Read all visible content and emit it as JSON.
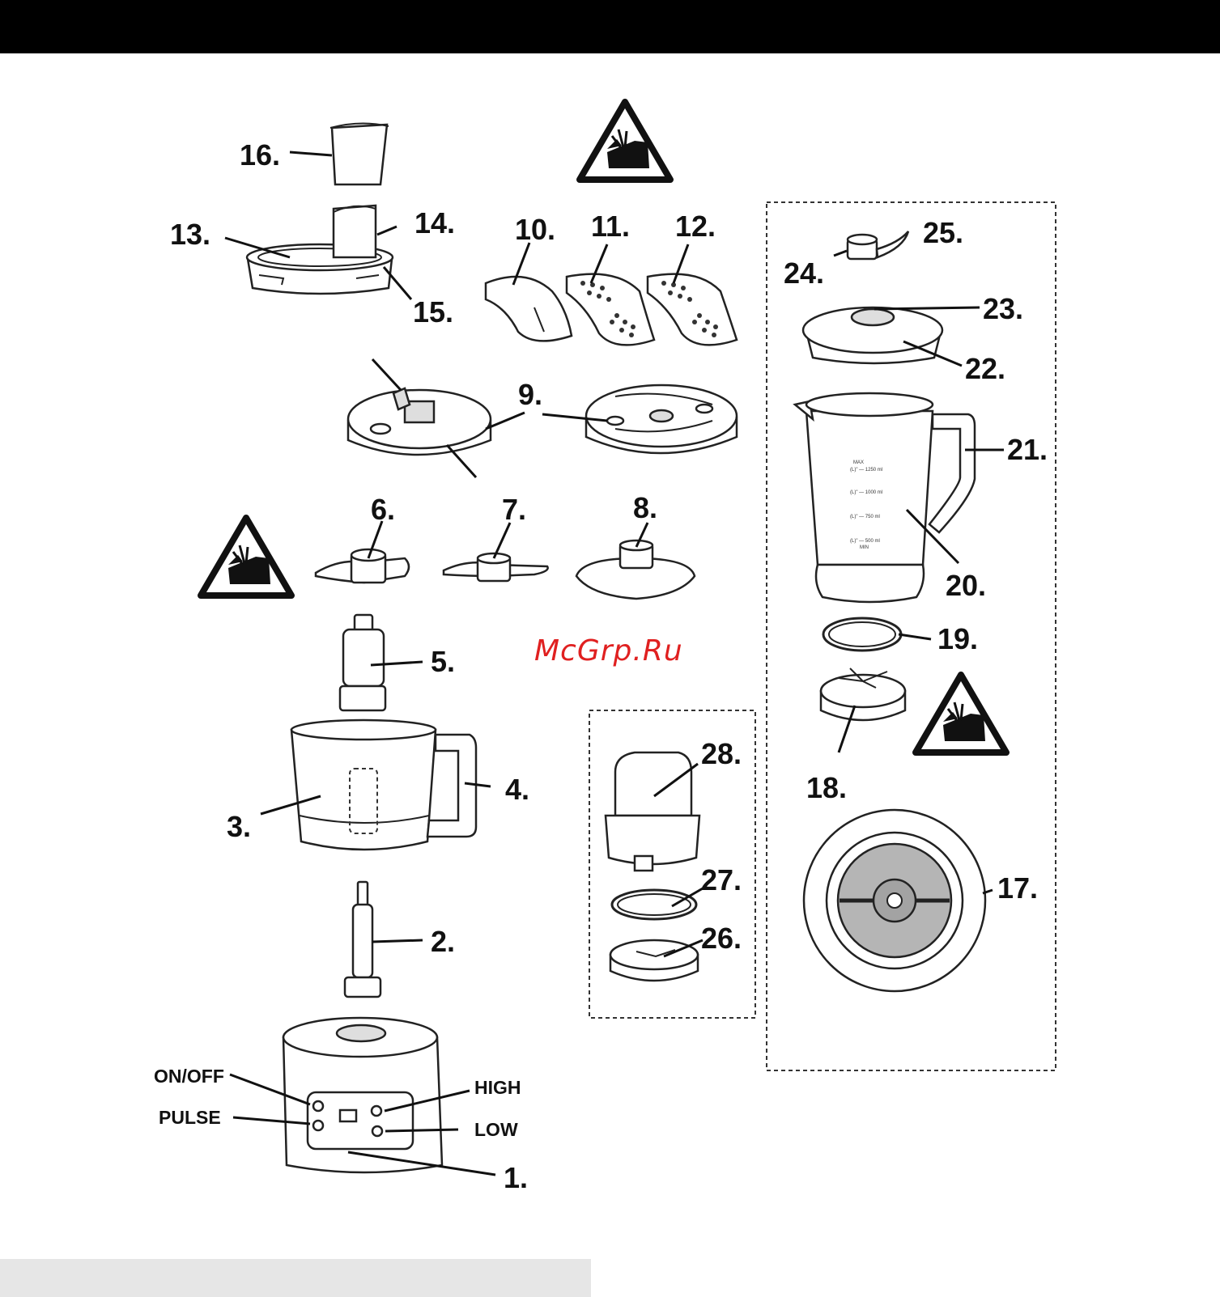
{
  "watermark": "McGrp.Ru",
  "labels": {
    "p1": "1.",
    "p2": "2.",
    "p3": "3.",
    "p4": "4.",
    "p5": "5.",
    "p6": "6.",
    "p7": "7.",
    "p8": "8.",
    "p9": "9.",
    "p10": "10.",
    "p11": "11.",
    "p12": "12.",
    "p13": "13.",
    "p14": "14.",
    "p15": "15.",
    "p16": "16.",
    "p17": "17.",
    "p18": "18.",
    "p19": "19.",
    "p20": "20.",
    "p21": "21.",
    "p22": "22.",
    "p23": "23.",
    "p24": "24.",
    "p25": "25.",
    "p26": "26.",
    "p27": "27.",
    "p28": "28."
  },
  "controls": {
    "on_off": "ON/OFF",
    "pulse": "PULSE",
    "high": "HIGH",
    "low": "LOW"
  },
  "jug_scale": {
    "max": "MAX",
    "l1250": "(L)\" — 1250 ml",
    "l1000": "(L)\" — 1000 ml",
    "l750": "(L)\" — 750 ml",
    "l500": "(L)\" — 500 ml",
    "min": "MIN"
  },
  "icons": [
    "warning-cut-hand-icon"
  ],
  "colors": {
    "top_bar": "#000000",
    "bottom_bar": "#e6e6e6",
    "watermark": "#e02020"
  }
}
